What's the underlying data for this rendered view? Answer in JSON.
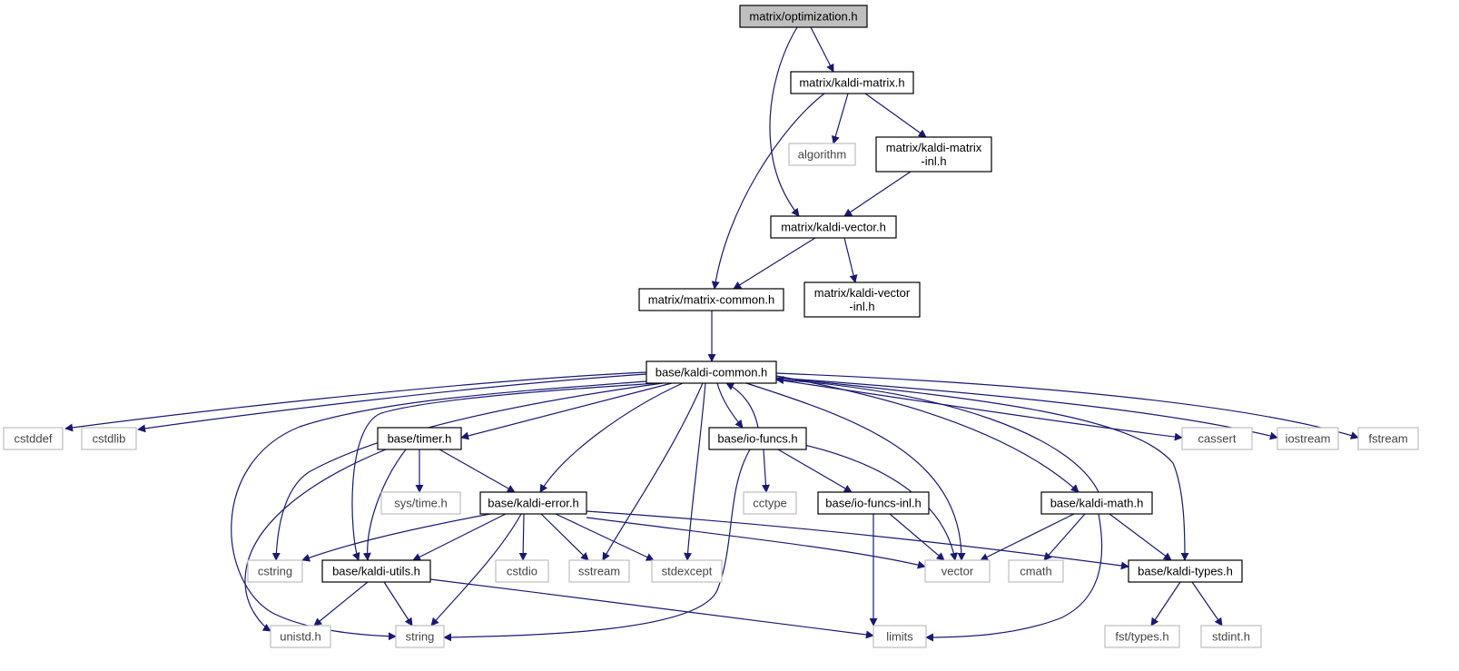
{
  "graph": {
    "nodes": [
      {
        "id": "optimization",
        "label": "matrix/optimization.h",
        "kind": "root"
      },
      {
        "id": "kaldi_matrix",
        "label": "matrix/kaldi-matrix.h",
        "kind": "file"
      },
      {
        "id": "algorithm",
        "label": "algorithm",
        "kind": "system"
      },
      {
        "id": "kaldi_matrix_inl",
        "label": "matrix/kaldi-matrix\n-inl.h",
        "kind": "file"
      },
      {
        "id": "kaldi_vector",
        "label": "matrix/kaldi-vector.h",
        "kind": "file"
      },
      {
        "id": "matrix_common",
        "label": "matrix/matrix-common.h",
        "kind": "file"
      },
      {
        "id": "kaldi_vector_inl",
        "label": "matrix/kaldi-vector\n-inl.h",
        "kind": "file"
      },
      {
        "id": "kaldi_common",
        "label": "base/kaldi-common.h",
        "kind": "file"
      },
      {
        "id": "cstddef",
        "label": "cstddef",
        "kind": "system"
      },
      {
        "id": "cstdlib",
        "label": "cstdlib",
        "kind": "system"
      },
      {
        "id": "timer",
        "label": "base/timer.h",
        "kind": "file"
      },
      {
        "id": "io_funcs",
        "label": "base/io-funcs.h",
        "kind": "file"
      },
      {
        "id": "cassert",
        "label": "cassert",
        "kind": "system"
      },
      {
        "id": "iostream",
        "label": "iostream",
        "kind": "system"
      },
      {
        "id": "fstream",
        "label": "fstream",
        "kind": "system"
      },
      {
        "id": "sys_time",
        "label": "sys/time.h",
        "kind": "system"
      },
      {
        "id": "kaldi_error",
        "label": "base/kaldi-error.h",
        "kind": "file"
      },
      {
        "id": "cctype",
        "label": "cctype",
        "kind": "system"
      },
      {
        "id": "io_funcs_inl",
        "label": "base/io-funcs-inl.h",
        "kind": "file"
      },
      {
        "id": "kaldi_math",
        "label": "base/kaldi-math.h",
        "kind": "file"
      },
      {
        "id": "cstring",
        "label": "cstring",
        "kind": "system"
      },
      {
        "id": "kaldi_utils",
        "label": "base/kaldi-utils.h",
        "kind": "file"
      },
      {
        "id": "cstdio",
        "label": "cstdio",
        "kind": "system"
      },
      {
        "id": "sstream",
        "label": "sstream",
        "kind": "system"
      },
      {
        "id": "stdexcept",
        "label": "stdexcept",
        "kind": "system"
      },
      {
        "id": "vector",
        "label": "vector",
        "kind": "system"
      },
      {
        "id": "cmath",
        "label": "cmath",
        "kind": "system"
      },
      {
        "id": "kaldi_types",
        "label": "base/kaldi-types.h",
        "kind": "file"
      },
      {
        "id": "unistd",
        "label": "unistd.h",
        "kind": "system"
      },
      {
        "id": "string",
        "label": "string",
        "kind": "system"
      },
      {
        "id": "limits",
        "label": "limits",
        "kind": "system"
      },
      {
        "id": "fst_types",
        "label": "fst/types.h",
        "kind": "system"
      },
      {
        "id": "stdint",
        "label": "stdint.h",
        "kind": "system"
      }
    ],
    "edges": [
      [
        "optimization",
        "kaldi_matrix"
      ],
      [
        "optimization",
        "kaldi_vector"
      ],
      [
        "kaldi_matrix",
        "algorithm"
      ],
      [
        "kaldi_matrix",
        "kaldi_matrix_inl"
      ],
      [
        "kaldi_matrix",
        "matrix_common"
      ],
      [
        "kaldi_matrix_inl",
        "kaldi_vector"
      ],
      [
        "kaldi_vector",
        "matrix_common"
      ],
      [
        "kaldi_vector",
        "kaldi_vector_inl"
      ],
      [
        "matrix_common",
        "kaldi_common"
      ],
      [
        "kaldi_common",
        "cstddef"
      ],
      [
        "kaldi_common",
        "cstdlib"
      ],
      [
        "kaldi_common",
        "cstring"
      ],
      [
        "kaldi_common",
        "string"
      ],
      [
        "kaldi_common",
        "kaldi_utils"
      ],
      [
        "kaldi_common",
        "timer"
      ],
      [
        "kaldi_common",
        "kaldi_error"
      ],
      [
        "kaldi_common",
        "sstream"
      ],
      [
        "kaldi_common",
        "stdexcept"
      ],
      [
        "kaldi_common",
        "io_funcs"
      ],
      [
        "io_funcs",
        "kaldi_common"
      ],
      [
        "kaldi_common",
        "vector"
      ],
      [
        "kaldi_common",
        "kaldi_math"
      ],
      [
        "kaldi_math",
        "kaldi_common"
      ],
      [
        "kaldi_common",
        "kaldi_types"
      ],
      [
        "kaldi_common",
        "cassert"
      ],
      [
        "kaldi_common",
        "iostream"
      ],
      [
        "kaldi_common",
        "fstream"
      ],
      [
        "timer",
        "sys_time"
      ],
      [
        "timer",
        "kaldi_error"
      ],
      [
        "timer",
        "kaldi_utils"
      ],
      [
        "timer",
        "unistd"
      ],
      [
        "kaldi_error",
        "cstring"
      ],
      [
        "kaldi_error",
        "kaldi_utils"
      ],
      [
        "kaldi_error",
        "string"
      ],
      [
        "kaldi_error",
        "cstdio"
      ],
      [
        "kaldi_error",
        "sstream"
      ],
      [
        "kaldi_error",
        "stdexcept"
      ],
      [
        "kaldi_error",
        "vector"
      ],
      [
        "kaldi_error",
        "kaldi_types"
      ],
      [
        "io_funcs",
        "cctype"
      ],
      [
        "io_funcs",
        "io_funcs_inl"
      ],
      [
        "io_funcs",
        "vector"
      ],
      [
        "io_funcs",
        "string"
      ],
      [
        "io_funcs_inl",
        "limits"
      ],
      [
        "io_funcs_inl",
        "vector"
      ],
      [
        "kaldi_math",
        "vector"
      ],
      [
        "kaldi_math",
        "cmath"
      ],
      [
        "kaldi_math",
        "kaldi_types"
      ],
      [
        "kaldi_math",
        "limits"
      ],
      [
        "kaldi_utils",
        "unistd"
      ],
      [
        "kaldi_utils",
        "string"
      ],
      [
        "kaldi_utils",
        "limits"
      ],
      [
        "kaldi_types",
        "fst_types"
      ],
      [
        "kaldi_types",
        "stdint"
      ]
    ]
  },
  "colors": {
    "edge": "#191970",
    "file_border": "#000000",
    "system_border": "#bfbfbf",
    "root_fill": "#bfbfbf",
    "background": "#ffffff"
  }
}
